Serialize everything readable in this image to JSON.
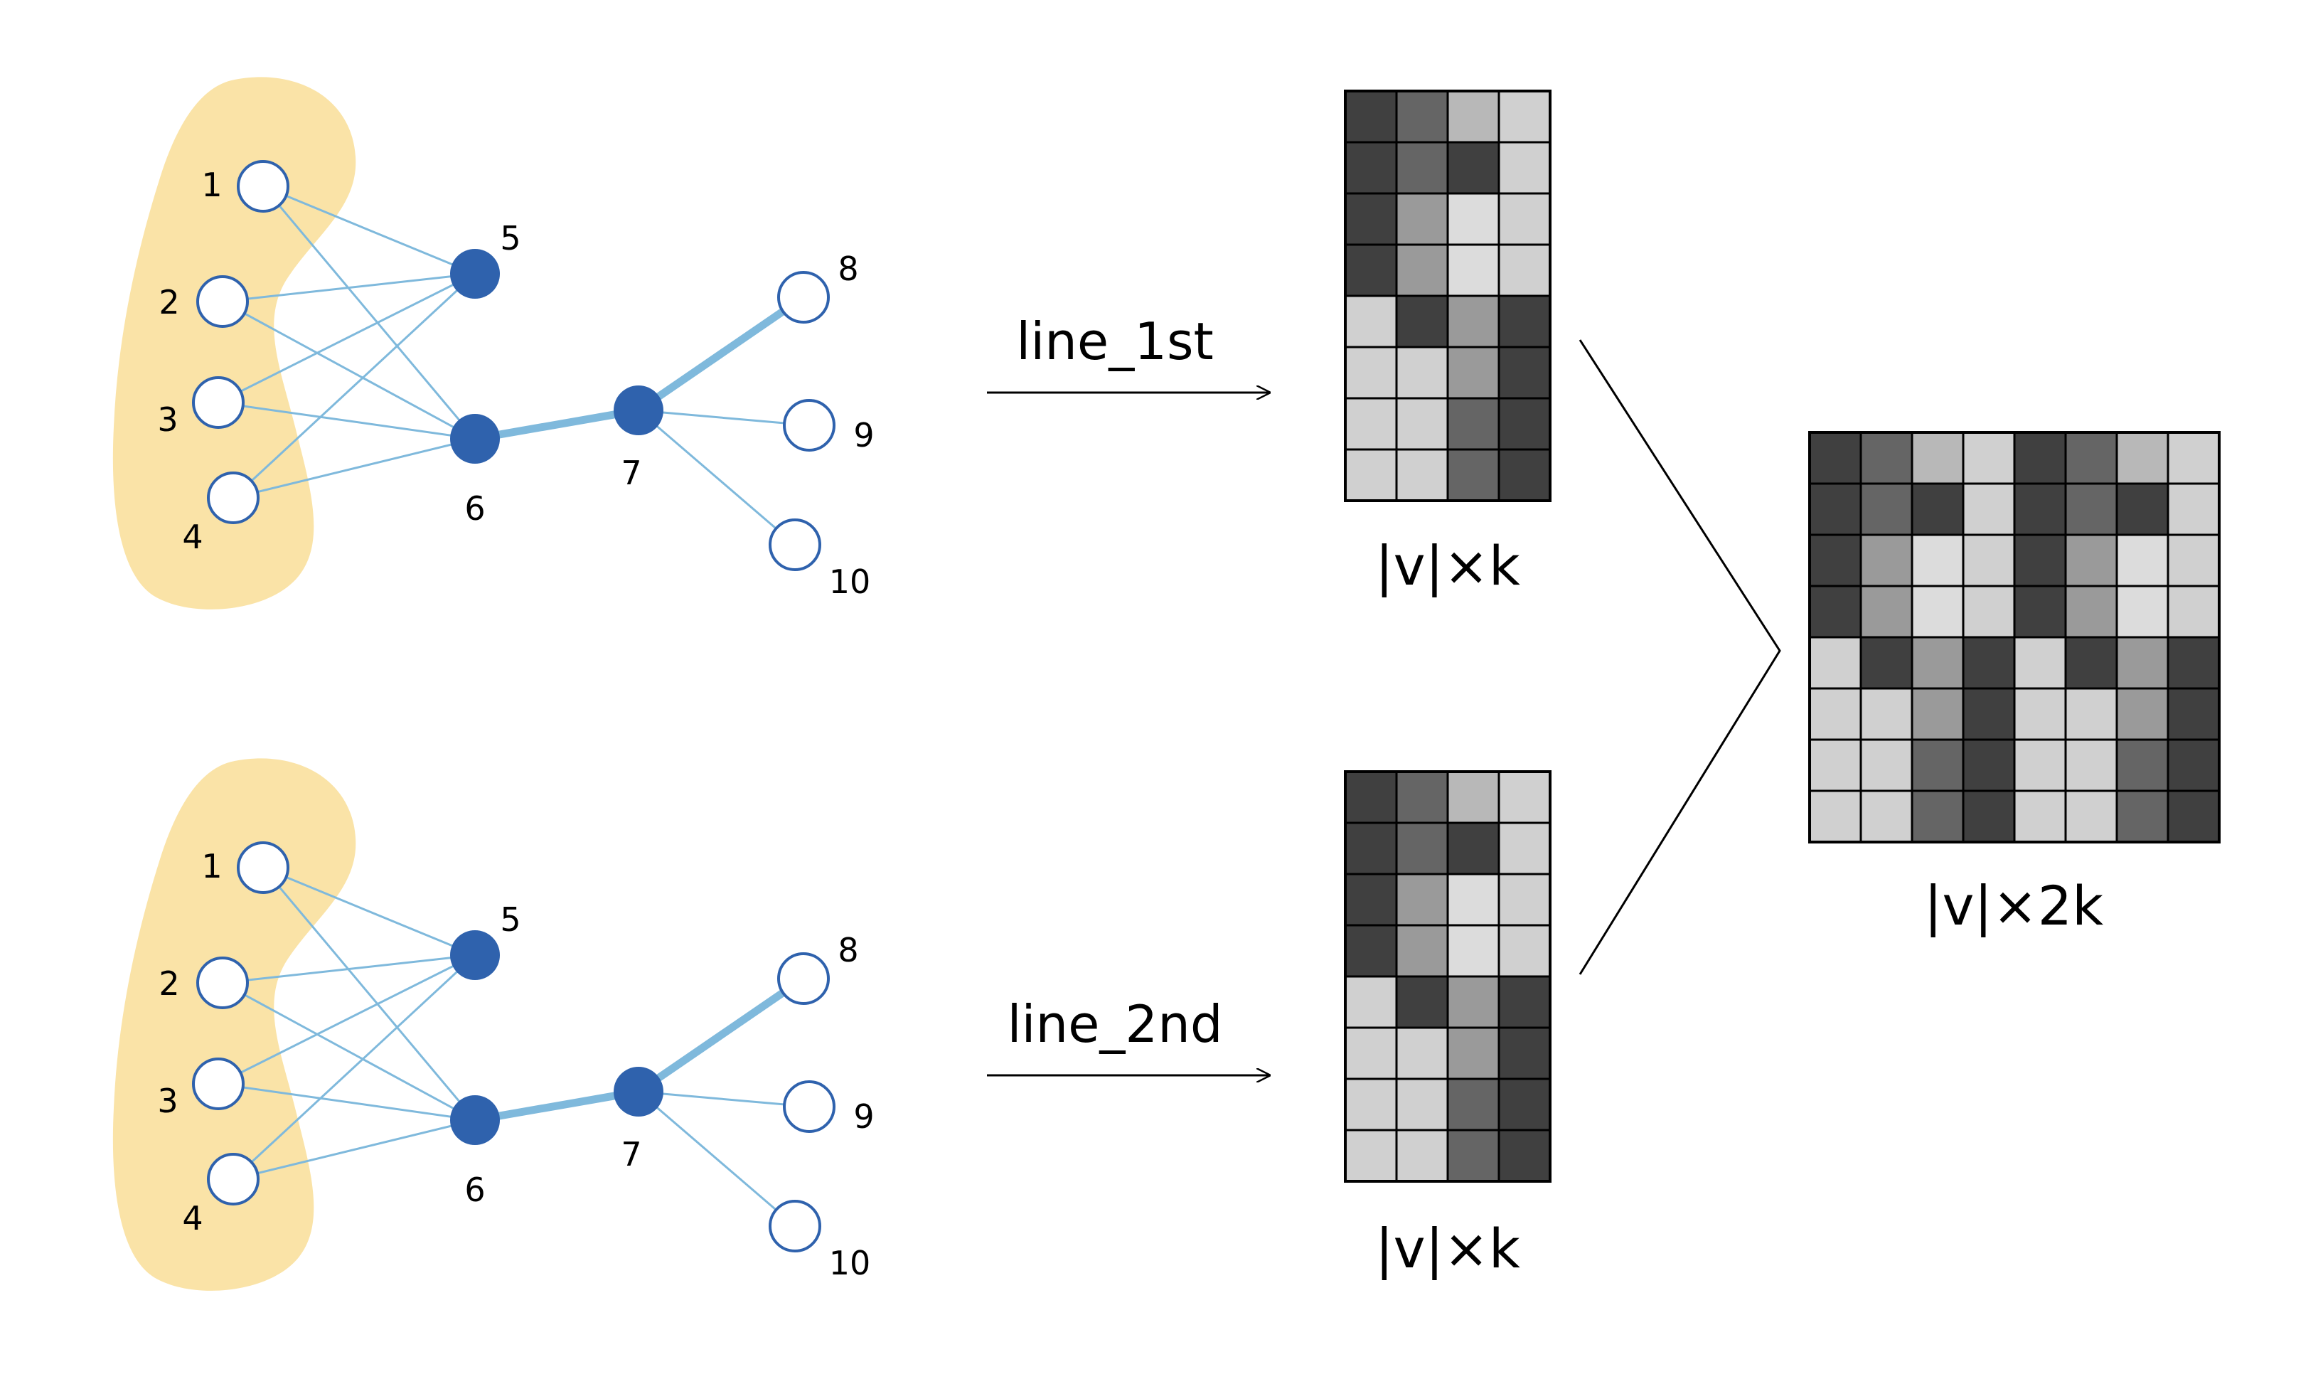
{
  "colors": {
    "blob": "#fae3a7",
    "node_filled": "#2f62ad",
    "node_outline": "#2f62ad",
    "edge": "#7fb9dc",
    "cell_dark": "#404040",
    "cell_medium": "#656565",
    "cell_mid_gray": "#9a9a9a",
    "cell_light": "#b8b8b8",
    "cell_lightest": "#d0d0d0",
    "cell_white": "#dcdcdc"
  },
  "graphs": [
    {
      "method_label": "line_1st",
      "nodes": [
        {
          "id": "1",
          "label": "1",
          "filled": false
        },
        {
          "id": "2",
          "label": "2",
          "filled": false
        },
        {
          "id": "3",
          "label": "3",
          "filled": false
        },
        {
          "id": "4",
          "label": "4",
          "filled": false
        },
        {
          "id": "5",
          "label": "5",
          "filled": true
        },
        {
          "id": "6",
          "label": "6",
          "filled": true
        },
        {
          "id": "7",
          "label": "7",
          "filled": true
        },
        {
          "id": "8",
          "label": "8",
          "filled": false
        },
        {
          "id": "9",
          "label": "9",
          "filled": false
        },
        {
          "id": "10",
          "label": "10",
          "filled": false
        }
      ],
      "edges": [
        [
          "1",
          "5"
        ],
        [
          "1",
          "6"
        ],
        [
          "2",
          "5"
        ],
        [
          "2",
          "6"
        ],
        [
          "3",
          "5"
        ],
        [
          "3",
          "6"
        ],
        [
          "4",
          "5"
        ],
        [
          "4",
          "6"
        ],
        [
          "6",
          "7",
          true
        ],
        [
          "7",
          "8",
          true
        ],
        [
          "7",
          "9"
        ],
        [
          "7",
          "10"
        ]
      ],
      "matrix_label": "|v|×k"
    },
    {
      "method_label": "line_2nd",
      "nodes": [
        {
          "id": "1",
          "label": "1",
          "filled": false
        },
        {
          "id": "2",
          "label": "2",
          "filled": false
        },
        {
          "id": "3",
          "label": "3",
          "filled": false
        },
        {
          "id": "4",
          "label": "4",
          "filled": false
        },
        {
          "id": "5",
          "label": "5",
          "filled": true
        },
        {
          "id": "6",
          "label": "6",
          "filled": true
        },
        {
          "id": "7",
          "label": "7",
          "filled": true
        },
        {
          "id": "8",
          "label": "8",
          "filled": false
        },
        {
          "id": "9",
          "label": "9",
          "filled": false
        },
        {
          "id": "10",
          "label": "10",
          "filled": false
        }
      ],
      "edges": [
        [
          "1",
          "5"
        ],
        [
          "1",
          "6"
        ],
        [
          "2",
          "5"
        ],
        [
          "2",
          "6"
        ],
        [
          "3",
          "5"
        ],
        [
          "3",
          "6"
        ],
        [
          "4",
          "5"
        ],
        [
          "4",
          "6"
        ],
        [
          "6",
          "7",
          true
        ],
        [
          "7",
          "8",
          true
        ],
        [
          "7",
          "9"
        ],
        [
          "7",
          "10"
        ]
      ],
      "matrix_label": "|v|×k"
    }
  ],
  "matrix_cells": [
    [
      "cell_dark",
      "cell_medium",
      "cell_light",
      "cell_lightest"
    ],
    [
      "cell_dark",
      "cell_medium",
      "cell_dark",
      "cell_lightest"
    ],
    [
      "cell_dark",
      "cell_mid_gray",
      "cell_white",
      "cell_lightest"
    ],
    [
      "cell_dark",
      "cell_mid_gray",
      "cell_white",
      "cell_lightest"
    ],
    [
      "cell_lightest",
      "cell_dark",
      "cell_mid_gray",
      "cell_dark"
    ],
    [
      "cell_lightest",
      "cell_lightest",
      "cell_mid_gray",
      "cell_dark"
    ],
    [
      "cell_lightest",
      "cell_lightest",
      "cell_medium",
      "cell_dark"
    ],
    [
      "cell_lightest",
      "cell_lightest",
      "cell_medium",
      "cell_dark"
    ]
  ],
  "combined_label": "|v|×2k"
}
